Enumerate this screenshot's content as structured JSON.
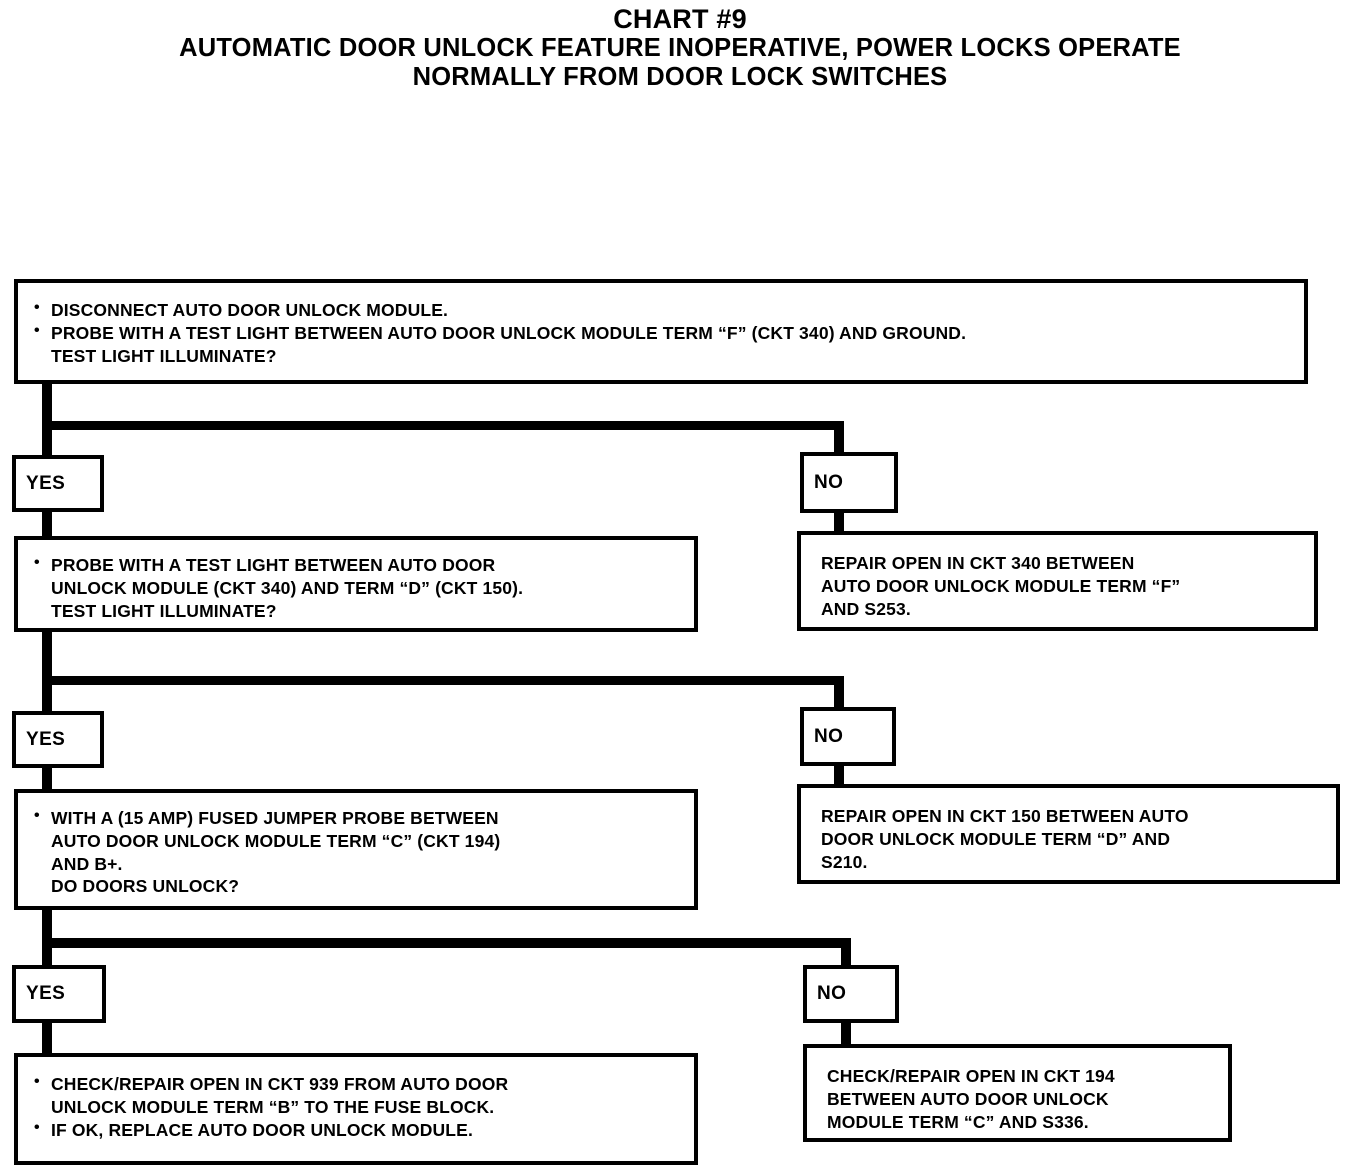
{
  "title": {
    "line1": "CHART #9",
    "line2": "AUTOMATIC DOOR UNLOCK FEATURE INOPERATIVE, POWER LOCKS OPERATE",
    "line3": "NORMALLY FROM DOOR LOCK SWITCHES"
  },
  "labels": {
    "yes": "YES",
    "no": "NO"
  },
  "nodes": {
    "step1": {
      "bullet1": "DISCONNECT AUTO DOOR UNLOCK MODULE.",
      "bullet2": "PROBE WITH A TEST LIGHT BETWEEN AUTO DOOR UNLOCK MODULE TERM “F” (CKT 340) AND GROUND.\nTEST LIGHT ILLUMINATE?"
    },
    "step1_no": "REPAIR OPEN IN CKT 340 BETWEEN\nAUTO DOOR UNLOCK MODULE TERM “F”\nAND S253.",
    "step2": {
      "bullet1": "PROBE WITH A TEST LIGHT BETWEEN AUTO DOOR\nUNLOCK MODULE (CKT 340) AND TERM “D” (CKT 150).\nTEST LIGHT ILLUMINATE?"
    },
    "step2_no": "REPAIR OPEN IN CKT 150 BETWEEN AUTO\nDOOR UNLOCK MODULE TERM “D” AND\nS210.",
    "step3": {
      "bullet1": "WITH A (15 AMP) FUSED JUMPER PROBE BETWEEN\nAUTO DOOR UNLOCK MODULE TERM “C” (CKT 194)\nAND B+.\nDO DOORS UNLOCK?"
    },
    "step3_no": "CHECK/REPAIR OPEN IN CKT 194\nBETWEEN AUTO DOOR UNLOCK\nMODULE TERM “C” AND S336.",
    "step3_yes": {
      "bullet1": "CHECK/REPAIR OPEN IN CKT 939 FROM AUTO DOOR\nUNLOCK MODULE TERM “B” TO THE FUSE BLOCK.",
      "bullet2": "IF OK, REPLACE AUTO DOOR UNLOCK MODULE."
    }
  },
  "chart_data": {
    "type": "flowchart",
    "title": "CHART #9 — AUTOMATIC DOOR UNLOCK FEATURE INOPERATIVE, POWER LOCKS OPERATE NORMALLY FROM DOOR LOCK SWITCHES",
    "nodes": [
      {
        "id": "step1",
        "kind": "test",
        "text": "DISCONNECT AUTO DOOR UNLOCK MODULE. / PROBE WITH A TEST LIGHT BETWEEN AUTO DOOR UNLOCK MODULE TERM “F” (CKT 340) AND GROUND. TEST LIGHT ILLUMINATE?"
      },
      {
        "id": "step1_no",
        "kind": "action",
        "text": "REPAIR OPEN IN CKT 340 BETWEEN AUTO DOOR UNLOCK MODULE TERM “F” AND S253."
      },
      {
        "id": "step2",
        "kind": "test",
        "text": "PROBE WITH A TEST LIGHT BETWEEN AUTO DOOR UNLOCK MODULE (CKT 340) AND TERM “D” (CKT 150). TEST LIGHT ILLUMINATE?"
      },
      {
        "id": "step2_no",
        "kind": "action",
        "text": "REPAIR OPEN IN CKT 150 BETWEEN AUTO DOOR UNLOCK MODULE TERM “D” AND S210."
      },
      {
        "id": "step3",
        "kind": "test",
        "text": "WITH A (15 AMP) FUSED JUMPER PROBE BETWEEN AUTO DOOR UNLOCK MODULE TERM “C” (CKT 194) AND B+. DO DOORS UNLOCK?"
      },
      {
        "id": "step3_no",
        "kind": "action",
        "text": "CHECK/REPAIR OPEN IN CKT 194 BETWEEN AUTO DOOR UNLOCK MODULE TERM “C” AND S336."
      },
      {
        "id": "step3_yes",
        "kind": "action",
        "text": "CHECK/REPAIR OPEN IN CKT 939 FROM AUTO DOOR UNLOCK MODULE TERM “B” TO THE FUSE BLOCK. / IF OK, REPLACE AUTO DOOR UNLOCK MODULE."
      }
    ],
    "edges": [
      {
        "from": "step1",
        "to": "step2",
        "label": "YES"
      },
      {
        "from": "step1",
        "to": "step1_no",
        "label": "NO"
      },
      {
        "from": "step2",
        "to": "step3",
        "label": "YES"
      },
      {
        "from": "step2",
        "to": "step2_no",
        "label": "NO"
      },
      {
        "from": "step3",
        "to": "step3_yes",
        "label": "YES"
      },
      {
        "from": "step3",
        "to": "step3_no",
        "label": "NO"
      }
    ],
    "colors": {
      "ink": "#000000",
      "paper": "#ffffff"
    }
  }
}
